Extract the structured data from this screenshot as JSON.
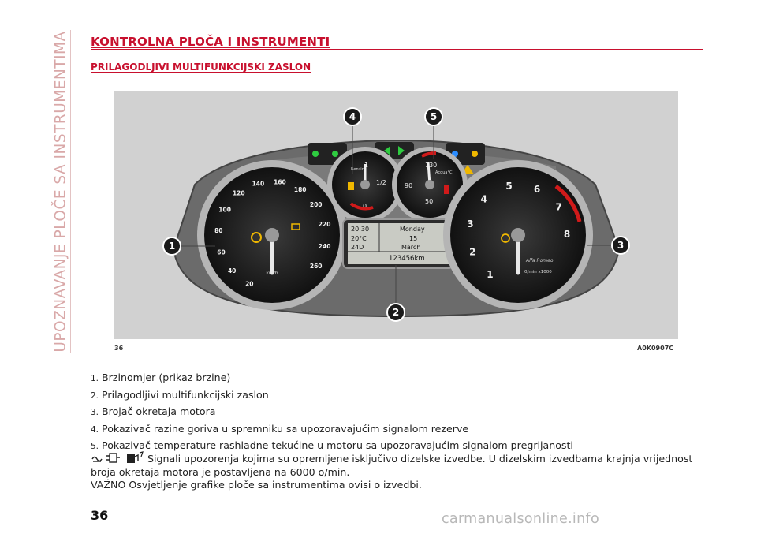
{
  "side_title": "UPOZNAVANJE PLOČE SA INSTRUMENTIMA",
  "section_title": "KONTROLNA PLOČA I INSTRUMENTI",
  "subsection_title": "PRILAGODLJIVI MULTIFUNKCIJSKI ZASLON",
  "figure": {
    "page_ref": "36",
    "code": "A0K0907C",
    "callouts": [
      "1",
      "2",
      "3",
      "4",
      "5"
    ],
    "speedometer": {
      "ticks": [
        "20",
        "40",
        "60",
        "80",
        "100",
        "120",
        "140",
        "160",
        "180",
        "200",
        "220",
        "240",
        "260"
      ],
      "unit": "km/h"
    },
    "fuel_gauge": {
      "label": "Benzina",
      "full": "1",
      "half": "1/2",
      "empty": "0"
    },
    "temp_gauge": {
      "label": "Acqua°C",
      "high": "130",
      "mid": "90",
      "low": "50"
    },
    "tachometer": {
      "ticks": [
        "1",
        "2",
        "3",
        "4",
        "5",
        "6",
        "7",
        "8"
      ],
      "unit": "0/min x1000",
      "brand": "Alfa Romeo"
    },
    "display": {
      "time": "20:30",
      "temp": "20°C",
      "gear": "24D",
      "day": "Monday",
      "date": "15",
      "month": "March",
      "odometer": "123456km"
    },
    "colors": {
      "gauge_red": "#d01a1a",
      "panel": "#2c2c2c",
      "callout": "#1a1a1a"
    }
  },
  "legend": [
    {
      "num": "1.",
      "text": "Brzinomjer (prikaz brzine)"
    },
    {
      "num": "2.",
      "text": "Prilagodljivi multifunkcijski zaslon"
    },
    {
      "num": "3.",
      "text": "Brojač okretaja motora"
    },
    {
      "num": "4.",
      "text": "Pokazivač razine goriva u spremniku sa upozoravajućim signalom rezerve"
    },
    {
      "num": "5.",
      "text": "Pokazivač temperature rashladne tekućine u motoru sa upozoravajućim signalom pregrijanosti"
    }
  ],
  "note": "Signali upozorenja kojima su opremljene isključivo dizelske izvedbe. U dizelskim izvedbama krajnja vrijednost broja okretaja motora je postavljena na 6000 o/min.",
  "note_icons": [
    "glow-plug-icon",
    "diesel-filter-icon",
    "water-in-fuel-icon"
  ],
  "important": "VAŽNO Osvjetljenje grafike ploče sa instrumentima ovisi o izvedbi.",
  "page_number": "36",
  "watermark": "carmanualsonline.info"
}
